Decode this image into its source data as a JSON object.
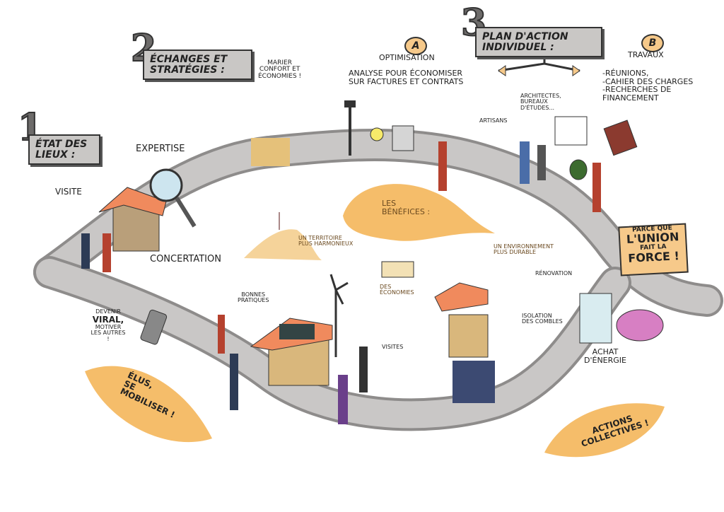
{
  "steps": {
    "step1": {
      "number": "1",
      "title": "État des\nlieux :",
      "labels": {
        "visite": "Visite",
        "expertise": "Expertise",
        "concertation": "Concertation"
      }
    },
    "step2": {
      "number": "2",
      "title": "Échanges et\nstratégies :",
      "note": "Marier\nconfort et\néconomies !"
    },
    "step3": {
      "number": "3",
      "title": "Plan d'action\nindividuel :"
    }
  },
  "option_a": {
    "badge": "A",
    "title": "Optimisation",
    "text": "Analyse pour économiser\nsur factures et contrats"
  },
  "option_b": {
    "badge": "B",
    "title": "Travaux",
    "text": "-Réunions,\n-Cahier des charges\n-Recherches de\n financement"
  },
  "actors": {
    "architectes": "Architectes,\nbureaux\nd'études...",
    "artisans": "Artisans"
  },
  "benefices": {
    "title": "Les\nbénéfices :",
    "territoire": "Un territoire\nplus harmonieux",
    "environnement": "Un environnement\nplus durable",
    "economies": "Des\néconomies"
  },
  "union_sign": {
    "line1": "Parce que",
    "line2": "L'union",
    "line3": "fait la",
    "line4": "Force !"
  },
  "works": {
    "renovation": "Rénovation",
    "isolation": "Isolation\ndes combles",
    "achat": "Achat\nd'énergie"
  },
  "lower": {
    "bonnes_pratiques": "Bonnes\npratiques",
    "visites": "Visites",
    "viral_1": "Devenir",
    "viral_2": "Viral,",
    "viral_3": "motiver\nles autres\n!"
  },
  "leaves": {
    "elus": "Élus,\nse\nmobiliser !",
    "actions": "Actions\ncollectives !"
  },
  "colors": {
    "road": "#c9c7c6",
    "road_edge": "#8e8c8b",
    "leaf": "#f5bd6a",
    "banner": "#c9c7c5"
  }
}
